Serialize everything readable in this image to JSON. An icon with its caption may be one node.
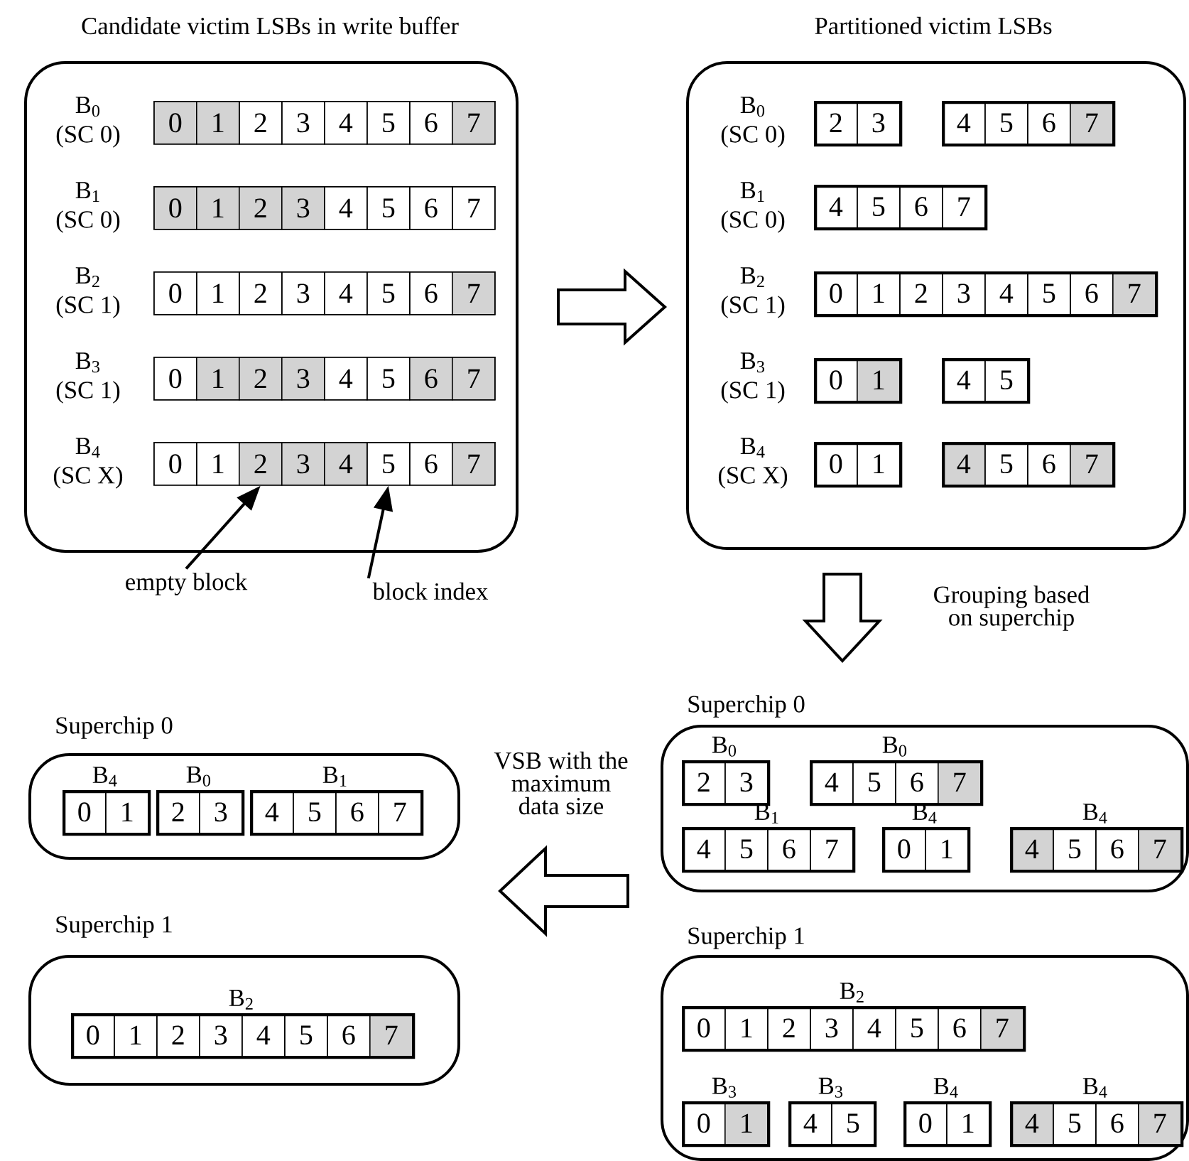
{
  "diagram": {
    "nodes": [
      {
        "text": [
          "Candidate victim LSBs in write buffer"
        ]
      },
      {
        "text": [],
        "shape": "box",
        "in": 0
      },
      {
        "text": [
          "0"
        ],
        "in": 1
      },
      {
        "text": [
          "1"
        ],
        "in": 1
      },
      {
        "text": [
          "2"
        ],
        "in": 1
      },
      {
        "text": [
          "3"
        ],
        "in": 1
      },
      {
        "text": [
          "4"
        ],
        "in": 1
      },
      {
        "text": [
          "5"
        ],
        "in": 1
      },
      {
        "text": [
          "6"
        ],
        "in": 1
      },
      {
        "text": [
          "7"
        ],
        "in": 1
      },
      {
        "text": [],
        "shape": "box",
        "in": 0
      },
      {
        "text": [
          "0"
        ],
        "in": 10
      },
      {
        "text": [
          "1"
        ],
        "in": 10
      },
      {
        "text": [
          "2"
        ],
        "in": 10
      },
      {
        "text": [
          "3"
        ],
        "in": 10
      },
      {
        "text": [
          "4"
        ],
        "in": 10
      },
      {
        "text": [
          "5"
        ],
        "in": 10
      },
      {
        "text": [
          "6"
        ],
        "in": 10
      },
      {
        "text": [
          "7"
        ],
        "in": 10
      },
      {
        "text": [],
        "shape": "box",
        "in": 0
      },
      {
        "text": [
          "0"
        ],
        "in": 19
      },
      {
        "text": [
          "1"
        ],
        "in": 19
      },
      {
        "text": [
          "2"
        ],
        "in": 19
      },
      {
        "text": [
          "3"
        ],
        "in": 19
      },
      {
        "text": [
          "4"
        ],
        "in": 19
      },
      {
        "text": [
          "5"
        ],
        "in": 19
      },
      {
        "text": [
          "6"
        ],
        "in": 19
      },
      {
        "text": [
          "7"
        ],
        "in": 19
      },
      {
        "text": [],
        "shape": "box",
        "in": 0
      },
      {
        "text": [
          "0"
        ],
        "in": 28
      },
      {
        "text": [
          "1"
        ],
        "in": 28
      },
      {
        "text": [
          "2"
        ],
        "in": 28
      },
      {
        "text": [
          "3"
        ],
        "in": 28
      },
      {
        "text": [
          "4"
        ],
        "in": 28
      },
      {
        "text": [
          "5"
        ],
        "in": 28
      },
      {
        "text": [
          "6"
        ],
        "in": 28
      },
      {
        "text": [
          "7"
        ],
        "in": 28
      },
      {
        "text": [],
        "shape": "box",
        "in": 0
      },
      {
        "text": [
          "0"
        ],
        "in": 37
      },
      {
        "text": [
          "1"
        ],
        "in": 37
      },
      {
        "text": [
          "2"
        ],
        "in": 37
      },
      {
        "text": [
          "3"
        ],
        "in": 37
      },
      {
        "text": [
          "4"
        ],
        "in": 37
      },
      {
        "text": [
          "5"
        ],
        "in": 37
      },
      {
        "text": [
          "6"
        ],
        "in": 37
      },
      {
        "text": [
          "7"
        ],
        "in": 37
      },
      {
        "text": [
          "empty block"
        ]
      },
      {
        "text": [
          "block index"
        ]
      },
      {
        "text": [
          "Partitioned victim LSBs"
        ]
      },
      {
        "text": [],
        "shape": "box",
        "in": 48
      },
      {
        "text": [
          "2"
        ],
        "in": 49
      },
      {
        "text": [
          "3"
        ],
        "in": 49
      },
      {
        "text": [],
        "shape": "box",
        "in": 48
      },
      {
        "text": [
          "4"
        ],
        "in": 52
      },
      {
        "text": [
          "5"
        ],
        "in": 52
      },
      {
        "text": [
          "6"
        ],
        "in": 52
      },
      {
        "text": [
          "7"
        ],
        "in": 52
      },
      {
        "text": [],
        "shape": "box",
        "in": 48
      },
      {
        "text": [
          "4"
        ],
        "in": 57
      },
      {
        "text": [
          "5"
        ],
        "in": 57
      },
      {
        "text": [
          "6"
        ],
        "in": 57
      },
      {
        "text": [
          "7"
        ],
        "in": 57
      },
      {
        "text": [],
        "shape": "box",
        "in": 48
      },
      {
        "text": [
          "0"
        ],
        "in": 62
      },
      {
        "text": [
          "1"
        ],
        "in": 62
      },
      {
        "text": [
          "2"
        ],
        "in": 62
      },
      {
        "text": [
          "3"
        ],
        "in": 62
      },
      {
        "text": [
          "4"
        ],
        "in": 62
      },
      {
        "text": [
          "5"
        ],
        "in": 62
      },
      {
        "text": [
          "6"
        ],
        "in": 62
      },
      {
        "text": [
          "7"
        ],
        "in": 62
      },
      {
        "text": [],
        "shape": "box",
        "in": 48
      },
      {
        "text": [
          "0"
        ],
        "in": 71
      },
      {
        "text": [
          "1"
        ],
        "in": 71
      },
      {
        "text": [],
        "shape": "box",
        "in": 48
      },
      {
        "text": [
          "4"
        ],
        "in": 74
      },
      {
        "text": [
          "5"
        ],
        "in": 74
      },
      {
        "text": [],
        "shape": "box",
        "in": 48
      },
      {
        "text": [
          "0"
        ],
        "in": 77
      },
      {
        "text": [
          "1"
        ],
        "in": 77
      },
      {
        "text": [],
        "shape": "box",
        "in": 48
      },
      {
        "text": [
          "4"
        ],
        "in": 80
      },
      {
        "text": [
          "5"
        ],
        "in": 80
      },
      {
        "text": [
          "6"
        ],
        "in": 80
      },
      {
        "text": [
          "7"
        ],
        "in": 80
      },
      {
        "text": [
          "Superchip 0"
        ]
      },
      {
        "text": [
          "B$_{0}$"
        ],
        "in": 85
      },
      {
        "text": [
          "2"
        ],
        "in": 86
      },
      {
        "text": [
          "3"
        ],
        "in": 86
      },
      {
        "text": [
          "B$_{0}$"
        ],
        "in": 85
      },
      {
        "text": [
          "4"
        ],
        "in": 89
      },
      {
        "text": [
          "5"
        ],
        "in": 89
      },
      {
        "text": [
          "6"
        ],
        "in": 89
      },
      {
        "text": [
          "7"
        ],
        "in": 89
      },
      {
        "text": [
          "B$_{1}$"
        ],
        "in": 85
      },
      {
        "text": [
          "4"
        ],
        "in": 94
      },
      {
        "text": [
          "5"
        ],
        "in": 94
      },
      {
        "text": [
          "6"
        ],
        "in": 94
      },
      {
        "text": [
          "7"
        ],
        "in": 94
      },
      {
        "text": [
          "B$_{4}$"
        ],
        "in": 85
      },
      {
        "text": [
          "0"
        ],
        "in": 99
      },
      {
        "text": [
          "1"
        ],
        "in": 99
      },
      {
        "text": [
          "B$_{4}$"
        ],
        "in": 85
      },
      {
        "text": [
          "4"
        ],
        "in": 102
      },
      {
        "text": [
          "5"
        ],
        "in": 102
      },
      {
        "text": [
          "6"
        ],
        "in": 102
      },
      {
        "text": [
          "7"
        ],
        "in": 102
      },
      {
        "text": [
          "Superchip 1"
        ]
      },
      {
        "text": [
          "B$_{2}$"
        ],
        "in": 107
      },
      {
        "text": [
          "0"
        ],
        "in": 108
      },
      {
        "text": [
          "1"
        ],
        "in": 108
      },
      {
        "text": [
          "2"
        ],
        "in": 108
      },
      {
        "text": [
          "3"
        ],
        "in": 108
      },
      {
        "text": [
          "4"
        ],
        "in": 108
      },
      {
        "text": [
          "5"
        ],
        "in": 108
      },
      {
        "text": [
          "6"
        ],
        "in": 108
      },
      {
        "text": [
          "7"
        ],
        "in": 108
      },
      {
        "text": [
          "B$_{3}$"
        ],
        "in": 107
      },
      {
        "text": [
          "0"
        ],
        "in": 117
      },
      {
        "text": [
          "1"
        ],
        "in": 117
      },
      {
        "text": [
          "B$_{3}$"
        ],
        "in": 107
      },
      {
        "text": [
          "4"
        ],
        "in": 120
      },
      {
        "text": [
          "5"
        ],
        "in": 120
      },
      {
        "text": [
          "B$_{4}$"
        ],
        "in": 107
      },
      {
        "text": [
          "0"
        ],
        "in": 123
      },
      {
        "text": [
          "1"
        ],
        "in": 123
      },
      {
        "text": [
          "B$_{4}$"
        ],
        "in": 107
      },
      {
        "text": [
          "4"
        ],
        "in": 126
      },
      {
        "text": [
          "5"
        ],
        "in": 126
      },
      {
        "text": [
          "6"
        ],
        "in": 126
      },
      {
        "text": [
          "7"
        ],
        "in": 126
      },
      {
        "text": [
          "Superchip 0"
        ]
      },
      {
        "text": [
          "B$_{4}$"
        ],
        "in": 131
      },
      {
        "text": [
          "0"
        ],
        "in": 132
      },
      {
        "text": [
          "1"
        ],
        "in": 132
      },
      {
        "text": [
          "B$_{0}$"
        ],
        "in": 131
      },
      {
        "text": [
          "2"
        ],
        "in": 135
      },
      {
        "text": [
          "3"
        ],
        "in": 135
      },
      {
        "text": [
          "B$_{1}$"
        ],
        "in": 131
      },
      {
        "text": [
          "4"
        ],
        "in": 138
      },
      {
        "text": [
          "5"
        ],
        "in": 138
      },
      {
        "text": [
          "6"
        ],
        "in": 138
      },
      {
        "text": [
          "7"
        ],
        "in": 138
      },
      {
        "text": [
          "Superchip 1"
        ]
      },
      {
        "text": [
          "B$_{2}$"
        ],
        "in": 143
      },
      {
        "text": [
          "0"
        ],
        "in": 144
      },
      {
        "text": [
          "1"
        ],
        "in": 144
      },
      {
        "text": [
          "2"
        ],
        "in": 144
      },
      {
        "text": [
          "3"
        ],
        "in": 144
      },
      {
        "text": [
          "4"
        ],
        "in": 144
      },
      {
        "text": [
          "5"
        ],
        "in": 144
      },
      {
        "text": [
          "6"
        ],
        "in": 144
      },
      {
        "text": [
          "7"
        ],
        "in": 144
      }
    ],
    "edges": [
      {
        "from": 46,
        "to": 40,
        "arrow": "to"
      },
      {
        "from": 47,
        "to": 43,
        "arrow": "to"
      },
      {
        "from": 0,
        "to": 48,
        "arrow": "to",
        "style": "thick"
      },
      {
        "from": 48,
        "to": 85,
        "arrow": "to",
        "style": "thick",
        "label": "Grouping based on superchip"
      },
      {
        "from": 85,
        "to": 131,
        "arrow": "to",
        "style": "thick",
        "label": "VSB with the maximum data size"
      }
    ],
    "labels": [
      "B$_{0}$ (SC 0)",
      "B$_{1}$ (SC 0)",
      "B$_{2}$ (SC 1)",
      "B$_{3}$ (SC 1)",
      "B$_{4}$ (SC X)",
      "B$_{0}$ (SC 0)",
      "B$_{1}$ (SC 0)",
      "B$_{2}$ (SC 1)",
      "B$_{3}$ (SC 1)",
      "B$_{4}$ (SC X)"
    ]
  }
}
